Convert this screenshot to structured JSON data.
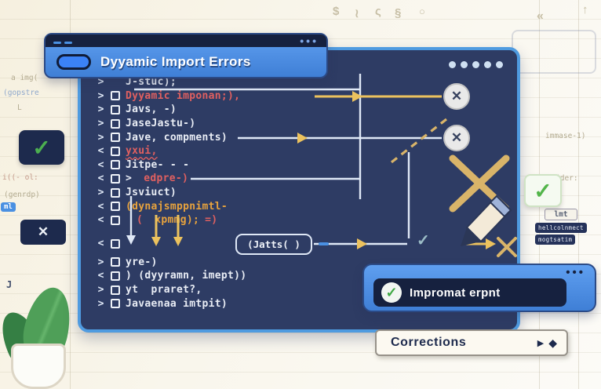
{
  "colors": {
    "accent_blue": "#4a90e2",
    "navy": "#1d2a4d",
    "editor_bg": "#2e3c64",
    "editor_border": "#4f9be0",
    "error_red": "#e06060",
    "warn_orange": "#e8a33d",
    "success_green": "#4caf50",
    "arrow_yellow": "#ecc25e",
    "tan": "#d9b469",
    "code_white": "#e9edf5"
  },
  "title_popup": {
    "label": "Dyyamic Import Errors",
    "dots": "•••"
  },
  "success_popup": {
    "label": "Impromat erpnt",
    "dots": "•••",
    "check_icon": "✓"
  },
  "corrections_bar": {
    "label": "Corrections",
    "play_icon": "▶",
    "diamond_icon": "◆"
  },
  "side_icons": {
    "left_check": "✓",
    "left_x": "✕",
    "right_check": "✓"
  },
  "editor": {
    "error_icon": "✕",
    "check_icon": "✓",
    "jatts_label": "(Jatts( )",
    "lines": [
      {
        "bracket": ">",
        "box": false,
        "segments": [
          {
            "t": "J-stuc);",
            "c": "#e9edf5"
          }
        ]
      },
      {
        "bracket": ">",
        "box": true,
        "segments": [
          {
            "t": "Dyyamic imponan;),",
            "c": "#e06060"
          }
        ]
      },
      {
        "bracket": ">",
        "box": true,
        "segments": [
          {
            "t": "Javs, -)",
            "c": "#e9edf5"
          }
        ]
      },
      {
        "bracket": ">",
        "box": true,
        "segments": [
          {
            "t": "JaseJastu-)",
            "c": "#e9edf5"
          }
        ]
      },
      {
        "bracket": ">",
        "box": true,
        "segments": [
          {
            "t": "Jave, compments)",
            "c": "#e9edf5"
          }
        ]
      },
      {
        "bracket": "<",
        "box": true,
        "segments": [
          {
            "t": "yxui,",
            "c": "#e06060",
            "wavy": true
          }
        ]
      },
      {
        "bracket": "<",
        "box": true,
        "segments": [
          {
            "t": "Jitpe- - -",
            "c": "#e9edf5"
          }
        ]
      },
      {
        "bracket": "<",
        "box": true,
        "segments": [
          {
            "t": "> ",
            "c": "#e9edf5"
          },
          {
            "t": "edpre-)",
            "c": "#e06060"
          }
        ]
      },
      {
        "bracket": ">",
        "box": true,
        "segments": [
          {
            "t": "Jsviuct)",
            "c": "#e9edf5"
          }
        ]
      },
      {
        "bracket": "<",
        "box": true,
        "segments": [
          {
            "t": "(dynajsmppnimtl-",
            "c": "#e8a33d"
          }
        ]
      },
      {
        "bracket": "<",
        "box": true,
        "indent": true,
        "segments": [
          {
            "t": "( ",
            "c": "#e06060"
          },
          {
            "t": "xpmmg);",
            "c": "#e8a33d"
          },
          {
            "t": "=)",
            "c": "#e06060"
          }
        ]
      },
      {
        "bracket": "<",
        "box": true,
        "tall": true,
        "segments": []
      },
      {
        "bracket": ">",
        "box": true,
        "segments": [
          {
            "t": "yre-)",
            "c": "#e9edf5"
          }
        ]
      },
      {
        "bracket": "<",
        "box": true,
        "segments": [
          {
            "t": ") (dyyramn, imept))",
            "c": "#e9edf5"
          }
        ]
      },
      {
        "bracket": ">",
        "box": true,
        "segments": [
          {
            "t": "yt  praret?,",
            "c": "#e9edf5"
          }
        ]
      },
      {
        "bracket": ">",
        "box": true,
        "segments": [
          {
            "t": "Javaenaa imtpit)",
            "c": "#e9edf5"
          }
        ]
      }
    ]
  },
  "background": {
    "top_symbols": [
      "$",
      "≀",
      "ς",
      "§",
      "○"
    ],
    "top_right_symbols": [
      "«",
      "↑"
    ],
    "left_texts": [
      {
        "t": "a img(",
        "c": "#b3ab90"
      },
      {
        "t": "(gopstre",
        "c": "#8fa8cc"
      },
      {
        "t": "L",
        "c": "#b3ab90"
      },
      {
        "t": "i((- ol:",
        "c": "#c49a8a"
      },
      {
        "t": "(genrdp)",
        "c": "#b3ab90"
      },
      {
        "t": "J",
        "c": "#44506e"
      }
    ],
    "ml_badge": "ml",
    "right_texts": [
      {
        "t": "immase-1)",
        "c": "#b3ab90"
      },
      {
        "t": "(der:",
        "c": "#b3ab90"
      }
    ],
    "lmt_box": "lmt",
    "right_badges": [
      "hellcolnmect",
      "mogtsatim"
    ]
  }
}
